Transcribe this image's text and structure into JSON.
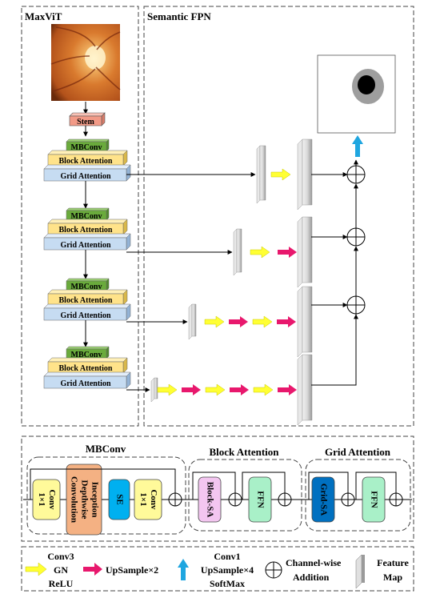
{
  "panels": {
    "maxvit_title": "MaxViT",
    "fpn_title": "Semantic FPN"
  },
  "blocks": {
    "stem": "Stem",
    "mbconv": "MBConv",
    "block_attention": "Block Attention",
    "grid_attention": "Grid Attention"
  },
  "detail": {
    "mbconv_title": "MBConv",
    "block_title": "Block Attention",
    "grid_title": "Grid Attention",
    "conv_line1": "Conv",
    "conv_line2": "1×1",
    "inception_line1": "Inception",
    "inception_line2": "Depthwise",
    "inception_line3": "Convolution",
    "se": "SE",
    "block_sa": "Block-SA",
    "ffn": "FFN",
    "grid_sa": "Grid-SA"
  },
  "legend": {
    "conv3_line1": "Conv3",
    "conv3_line2": "GN",
    "conv3_line3": "ReLU",
    "upsample2": "UpSample×2",
    "conv1_line1": "Conv1",
    "conv1_line2": "UpSample×4",
    "conv1_line3": "SoftMax",
    "add_line1": "Channel-wise",
    "add_line2": "Addition",
    "fm_line1": "Feature",
    "fm_line2": "Map"
  },
  "colors": {
    "stem": "#f29a87",
    "mbconv": "#6aab3c",
    "block_attention": "#ffe38a",
    "grid_attention": "#c6dcf2",
    "conv_box": "#fffa9a",
    "inception_box": "#f4b183",
    "se_box": "#00b0f0",
    "block_sa_box": "#f3c6f0",
    "ffn_box": "#a9f0c8",
    "grid_sa_box": "#0070c0",
    "arrow_yellow": "#ffff33",
    "arrow_magenta": "#e8186d",
    "arrow_blue": "#1fa6e0"
  }
}
